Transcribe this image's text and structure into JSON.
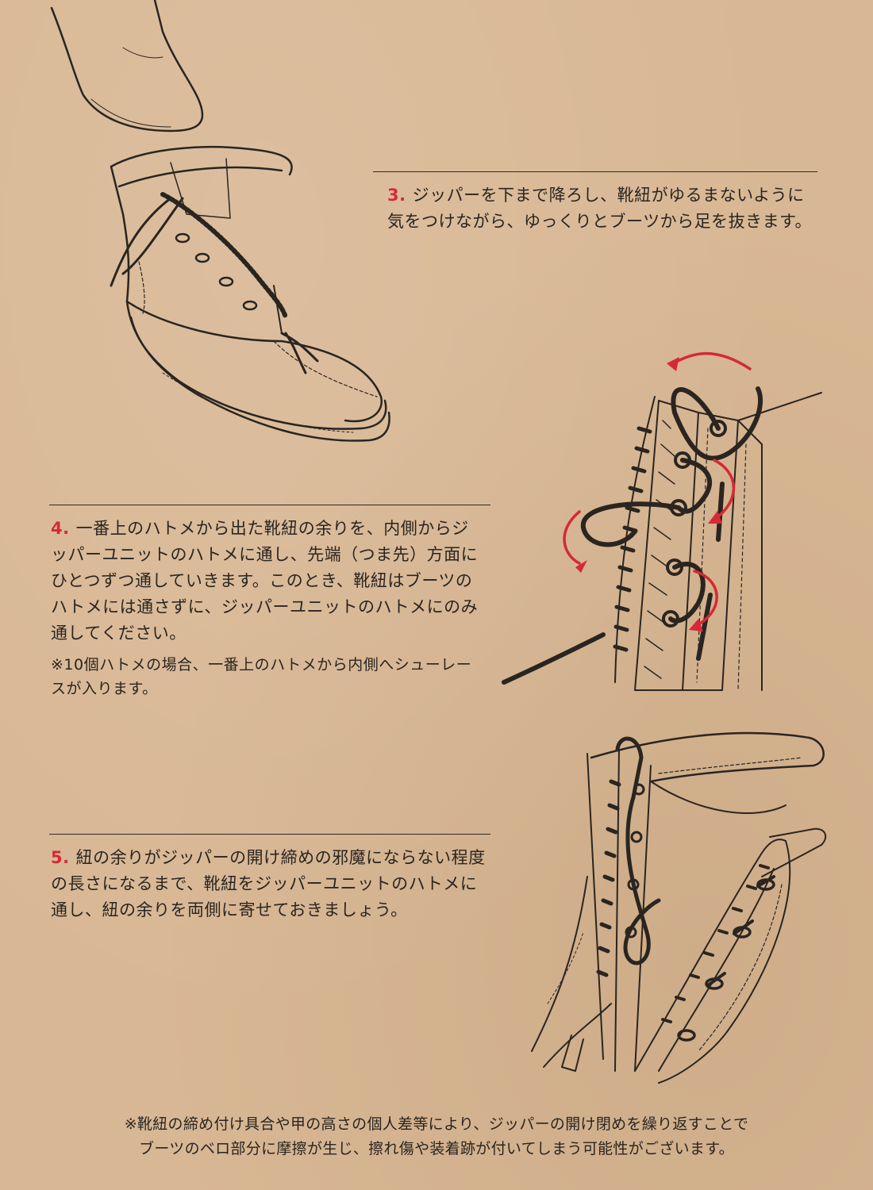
{
  "steps": [
    {
      "number": "3.",
      "text": "ジッパーを下まで降ろし、靴紐がゆるまないように気をつけながら、ゆっくりとブーツから足を抜きます。"
    },
    {
      "number": "4.",
      "text": "一番上のハトメから出た靴紐の余りを、内側からジッパーユニットのハトメに通し、先端（つま先）方面にひとつずつ通していきます。このとき、靴紐はブーツのハトメには通さずに、ジッパーユニットのハトメにのみ通してください。",
      "note": "※10個ハトメの場合、一番上のハトメから内側へシューレースが入ります。"
    },
    {
      "number": "5.",
      "text": "紐の余りがジッパーの開け締めの邪魔にならない程度の長さになるまで、靴紐をジッパーユニットのハトメに通し、紐の余りを両側に寄せておきましょう。"
    }
  ],
  "footnote": {
    "line1": "※靴紐の締め付け具合や甲の高さの個人差等により、ジッパーの開け閉めを繰り返すことで",
    "line2": "ブーツのベロ部分に摩擦が生じ、擦れ傷や装着跡が付いてしまう可能性がございます。"
  },
  "colors": {
    "background": "#d8b794",
    "ink": "#2a2520",
    "accent_red": "#d52a35"
  },
  "icons": [
    "boot-removal-illustration",
    "zipper-lacing-illustration",
    "zipper-side-illustration"
  ]
}
